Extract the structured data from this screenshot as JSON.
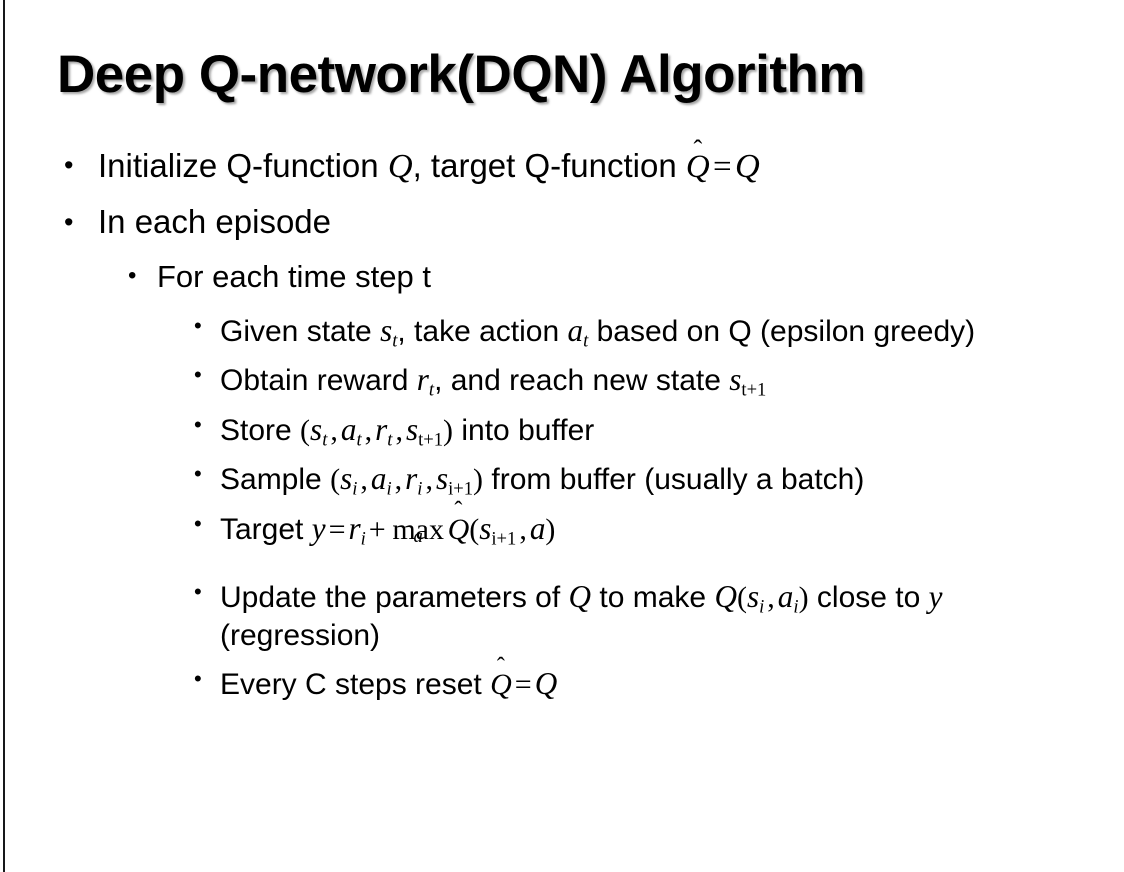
{
  "slide": {
    "title": "Deep Q-network(DQN) Algorithm",
    "background_color": "#ffffff",
    "text_color": "#000000",
    "rule_color": "#17181a",
    "bullet_glyph": "•"
  },
  "content": {
    "b1": {
      "level": 1,
      "parts": [
        "Initialize Q-function ",
        "Q",
        ", target Q-function ",
        "Q̂",
        " = ",
        "Q"
      ],
      "plain": "Initialize Q-function Q, target Q-function Q̂ = Q"
    },
    "b2": {
      "level": 1,
      "plain": "In each episode",
      "text": "In each episode"
    },
    "b3": {
      "level": 2,
      "plain": "For each time step t",
      "text": "For each time step t"
    },
    "b4": {
      "level": 3,
      "plain": "Given state s_t, take action a_t based on Q (epsilon greedy)",
      "seg1": "Given state ",
      "var_s": "s",
      "sub_t": "t",
      "seg2": ", take action ",
      "var_a": "a",
      "seg3": " based on Q (epsilon greedy)"
    },
    "b5": {
      "level": 3,
      "plain": "Obtain reward r_t, and reach new state s_{t+1}",
      "seg1": "Obtain reward ",
      "var_r": "r",
      "sub_t": "t",
      "seg2": ", and reach new state ",
      "var_s": "s",
      "sub_t1": "t+1"
    },
    "b6": {
      "level": 3,
      "plain": "Store (s_t, a_t, r_t, s_{t+1}) into buffer",
      "seg_lead": "Store ",
      "vars": [
        "s",
        "a",
        "r",
        "s"
      ],
      "subs": [
        "t",
        "t",
        "t",
        "t+1"
      ],
      "seg_tail": " into buffer"
    },
    "b7": {
      "level": 3,
      "plain": "Sample (s_i, a_i, r_i, s_{i+1}) from buffer (usually a batch)",
      "seg_lead": "Sample ",
      "vars": [
        "s",
        "a",
        "r",
        "s"
      ],
      "subs": [
        "i",
        "i",
        "i",
        "i+1"
      ],
      "seg_tail": " from buffer (usually a batch)"
    },
    "b8": {
      "level": 3,
      "plain": "Target y = r_i + max_a Q̂(s_{i+1}, a)",
      "seg_lead": "Target ",
      "var_y": "y",
      "eq": "=",
      "var_r": "r",
      "sub_i": "i",
      "plus": "+",
      "max_label": "max",
      "max_under": "a",
      "qhat": "Q",
      "hat": "̂",
      "sub_i1": "i+1",
      "var_a": "a"
    },
    "b9": {
      "level": 3,
      "plain": "Update the parameters of Q to make Q(s_i, a_i) close to y (regression)",
      "seg1": "Update the parameters of ",
      "varQ": "Q",
      "seg2": " to make ",
      "seg3": " close to ",
      "var_y": "y",
      "seg4": " (regression)",
      "vars": [
        "s",
        "a"
      ],
      "subs": [
        "i",
        "i"
      ]
    },
    "b10": {
      "level": 3,
      "plain": "Every C steps reset Q̂ = Q",
      "seg1": "Every C steps reset ",
      "qhat": "Q",
      "hat": "̂",
      "eq": "=",
      "varQ": "Q"
    }
  }
}
